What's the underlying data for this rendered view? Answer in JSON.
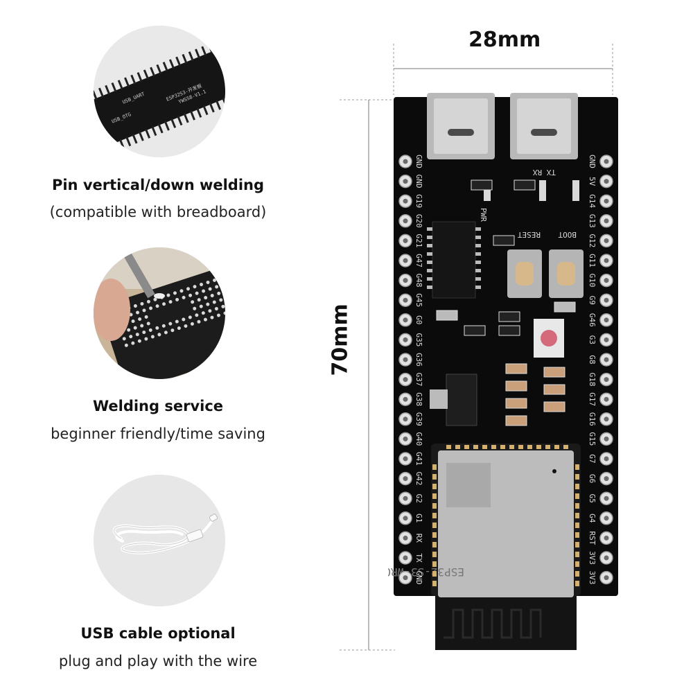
{
  "features": [
    {
      "title": "Pin vertical/down welding",
      "subtitle": "(compatible with breadboard)"
    },
    {
      "title": "Welding service",
      "subtitle": "beginner friendly/time saving"
    },
    {
      "title": "USB cable optional",
      "subtitle": "plug and play with the wire"
    }
  ],
  "dimensions": {
    "width": "28mm",
    "height": "70mm"
  },
  "board": {
    "left_pins": [
      "GND",
      "GND",
      "G19",
      "G20",
      "G21",
      "G47",
      "G48",
      "G45",
      "G0",
      "G35",
      "G36",
      "G37",
      "G38",
      "G39",
      "G40",
      "G41",
      "G42",
      "G2",
      "G1",
      "RX",
      "TX",
      "GND"
    ],
    "right_pins": [
      "GND",
      "5V",
      "G14",
      "G13",
      "G12",
      "G11",
      "G10",
      "G9",
      "G46",
      "G3",
      "G8",
      "G18",
      "G17",
      "G16",
      "G15",
      "G7",
      "G6",
      "G5",
      "G4",
      "RST",
      "3V3",
      "3V3"
    ],
    "labels": {
      "pwr": "PWR",
      "reset": "RESET",
      "boot": "BOOT",
      "tx_rx": "TX RX",
      "module": "ESP32-S3-WROOM-1"
    },
    "silk_small": [
      "USB_UART",
      "USB_OTG",
      "ESP32S3-开发板",
      "YWSS8-V1.1"
    ]
  },
  "colors": {
    "pcb": "#0b0b0c",
    "silkscreen": "#d8d8d8",
    "shield": "#bcbcbc",
    "circle_bg": "#e7e7e7"
  }
}
